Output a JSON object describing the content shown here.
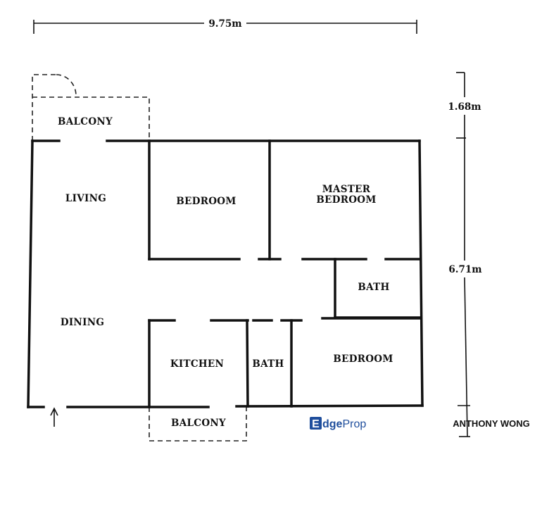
{
  "dimensions": {
    "width": "9.75m",
    "balcony_depth": "1.68m",
    "depth": "6.71m"
  },
  "rooms": {
    "balcony_top": "BALCONY",
    "living": "LIVING",
    "dining": "DINING",
    "bedroom_1": "BEDROOM",
    "master_line1": "MASTER",
    "master_line2": "BEDROOM",
    "bath_1": "BATH",
    "kitchen": "KITCHEN",
    "bath_2": "BATH",
    "bedroom_2": "BEDROOM",
    "balcony_bottom": "BALCONY"
  },
  "branding": {
    "logo_letter": "E",
    "logo_text_dge": "dge",
    "logo_text_prop": "Prop",
    "logo_color": "#1f4e9c",
    "credit": "ANTHONY WONG"
  }
}
